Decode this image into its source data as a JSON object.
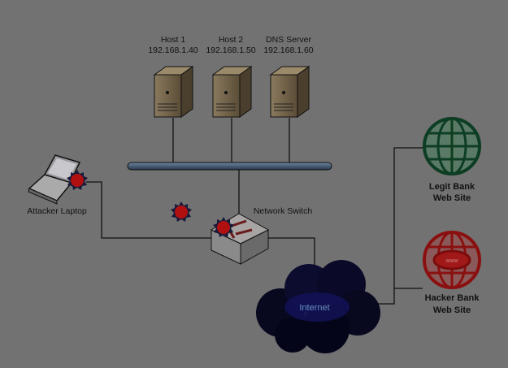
{
  "hosts": [
    {
      "name": "Host 1",
      "ip": "192.168.1.40"
    },
    {
      "name": "Host 2",
      "ip": "192.168.1.50"
    },
    {
      "name": "DNS Server",
      "ip": "192.168.1.60"
    }
  ],
  "attacker": {
    "label": "Attacker Laptop"
  },
  "switch": {
    "label": "Network Switch"
  },
  "internet": {
    "label": "Internet"
  },
  "legit_site": {
    "line1": "Legit Bank",
    "line2": "Web Site"
  },
  "hacker_site": {
    "line1": "Hacker Bank",
    "line2": "Web Site",
    "badge": "www"
  },
  "colors": {
    "background": "#727272",
    "bus": "#3a5068",
    "legit_globe": "#0d3d22",
    "hacker_globe": "#8a1010",
    "attack_burst": "#b01010",
    "cloud": "#0a0a2a",
    "internet_text": "#6a90c0"
  }
}
